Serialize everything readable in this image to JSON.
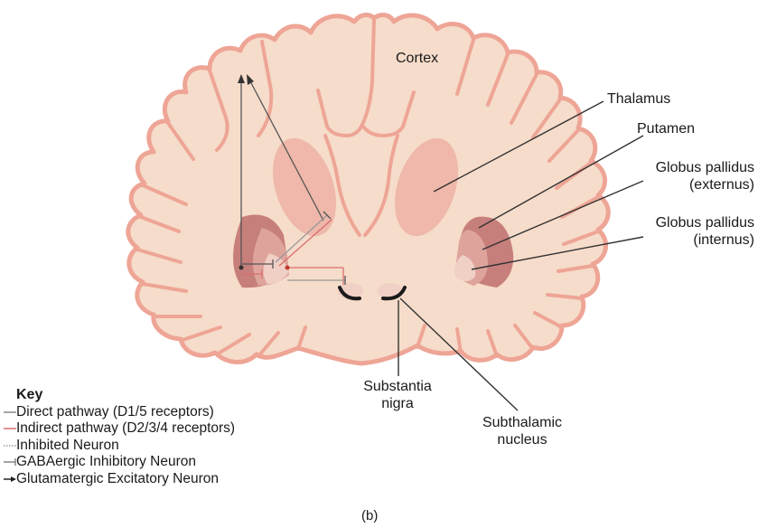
{
  "labels": {
    "cortex": "Cortex",
    "thalamus": "Thalamus",
    "putamen": "Putamen",
    "gp_externus_1": "Globus pallidus",
    "gp_externus_2": "(externus)",
    "gp_internus_1": "Globus pallidus",
    "gp_internus_2": "(internus)",
    "substantia_1": "Substantia",
    "substantia_2": "nigra",
    "subthalamic_1": "Subthalamic",
    "subthalamic_2": "nucleus"
  },
  "key": {
    "title": "Key",
    "items": [
      {
        "label": "Direct pathway (D1/5 receptors)",
        "symbol": "gray-line"
      },
      {
        "label": "Indirect pathway (D2/3/4 receptors)",
        "symbol": "pink-line"
      },
      {
        "label": "Inhibited Neuron",
        "symbol": "dotted-line"
      },
      {
        "label": "GABAergic Inhibitory Neuron",
        "symbol": "bar-end-line"
      },
      {
        "label": "Glutamatergic Excitatory Neuron",
        "symbol": "arrow-line"
      }
    ]
  },
  "caption": "(b)",
  "colors": {
    "brain_fill": "#f6dcca",
    "brain_outline": "#eea596",
    "thalamus": "#efb8aa",
    "putamen": "#c77f7c",
    "gp_externus": "#dea49c",
    "gp_internus": "#f0cfc5",
    "substantia_nigra": "#1a1a1a",
    "direct_pathway": "#8a8a8a",
    "indirect_pathway": "#d96e6e"
  }
}
